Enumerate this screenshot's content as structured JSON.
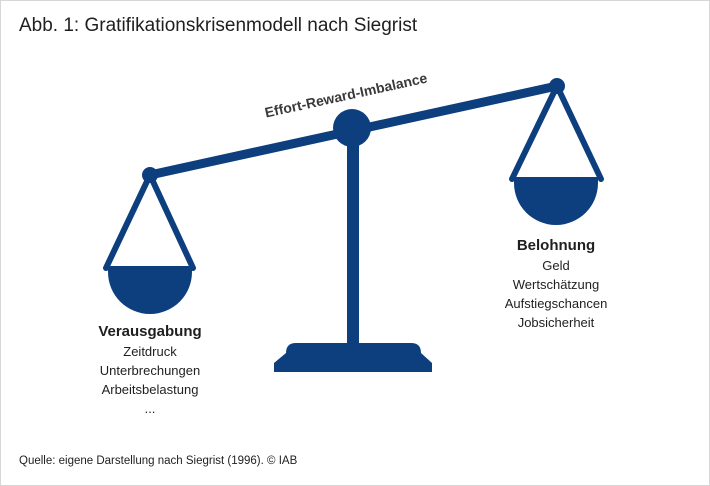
{
  "title": "Abb. 1: Gratifikationskrisenmodell nach Siegrist",
  "beam_label": "Effort-Reward-Imbalance",
  "left": {
    "heading": "Verausgabung",
    "items": [
      "Zeitdruck",
      "Unterbrechungen",
      "Arbeitsbelastung",
      "..."
    ]
  },
  "right": {
    "heading": "Belohnung",
    "items": [
      "Geld",
      "Wertschätzung",
      "Aufstiegschancen",
      "Jobsicherheit"
    ]
  },
  "source": "Quelle: eigene Darstellung nach Siegrist (1996).  © IAB",
  "colors": {
    "scale": "#0d3f7f",
    "text": "#1f1f1f"
  }
}
